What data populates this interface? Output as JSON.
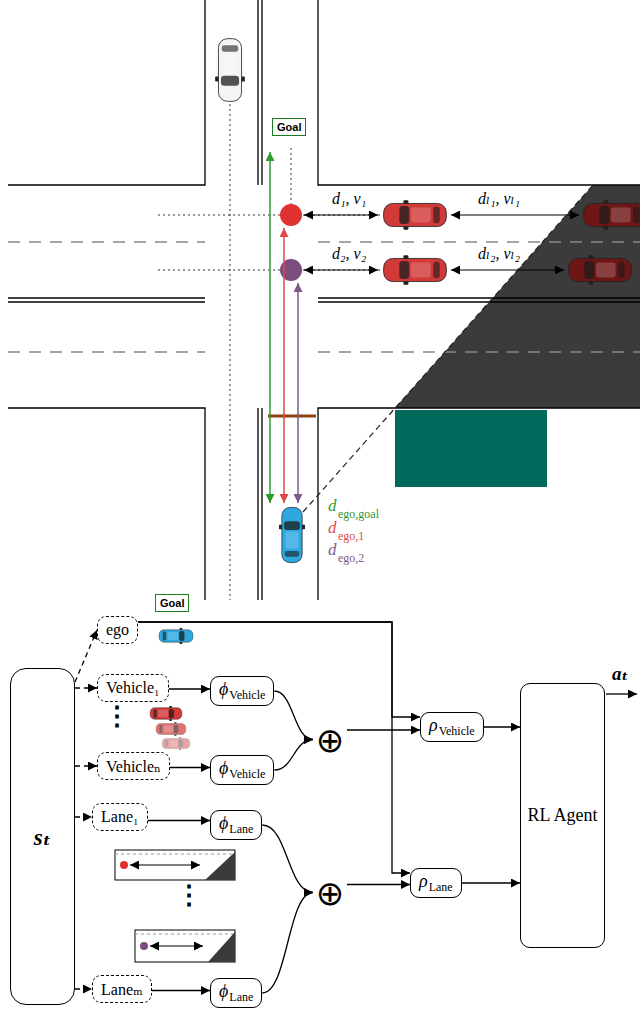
{
  "diagram": {
    "nodes": [
      {
        "text": [
          "Goal"
        ]
      },
      {
        "text": [
          "sₜ"
        ]
      },
      {
        "text": [
          "ego"
        ]
      },
      {
        "text": [
          "Goal"
        ]
      },
      {
        "text": [
          "Vehicle₁"
        ]
      },
      {
        "text": [
          "ϕ",
          "Vehicle"
        ]
      },
      {
        "text": [
          "⊕"
        ]
      },
      {
        "text": [
          "ρ",
          "Vehicle"
        ]
      },
      {
        "text": [
          "RL Agent"
        ]
      },
      {
        "text": [
          "Vehicleₙ"
        ]
      },
      {
        "text": [
          "ϕ",
          "Vehicle"
        ]
      },
      {
        "text": [
          "Lane₁"
        ]
      },
      {
        "text": [
          "ϕ",
          "Lane"
        ]
      },
      {
        "text": [
          "⊕"
        ]
      },
      {
        "text": [
          "ρ",
          "Lane"
        ]
      },
      {
        "text": [
          "Laneₘ"
        ]
      },
      {
        "text": [
          "ϕ",
          "Lane"
        ]
      }
    ],
    "edges": [
      {
        "from": 1,
        "to": 2,
        "arrow": "to"
      },
      {
        "from": 1,
        "to": 4,
        "arrow": "to"
      },
      {
        "from": 1,
        "to": 9,
        "arrow": "to"
      },
      {
        "from": 1,
        "to": 11,
        "arrow": "to"
      },
      {
        "from": 1,
        "to": 15,
        "arrow": "to"
      },
      {
        "from": 4,
        "to": 5,
        "arrow": "to"
      },
      {
        "from": 9,
        "to": 10,
        "arrow": "to"
      },
      {
        "from": 11,
        "to": 12,
        "arrow": "to"
      },
      {
        "from": 15,
        "to": 16,
        "arrow": "to"
      },
      {
        "from": 5,
        "to": 6,
        "arrow": "to"
      },
      {
        "from": 10,
        "to": 6,
        "arrow": "to"
      },
      {
        "from": 12,
        "to": 13,
        "arrow": "to"
      },
      {
        "from": 16,
        "to": 13,
        "arrow": "to"
      },
      {
        "from": 6,
        "to": 7,
        "arrow": "to"
      },
      {
        "from": 13,
        "to": 14,
        "arrow": "to"
      },
      {
        "from": 2,
        "to": 7,
        "arrow": "to"
      },
      {
        "from": 2,
        "to": 14,
        "arrow": "to"
      },
      {
        "from": 7,
        "to": 8,
        "arrow": "to"
      },
      {
        "from": 14,
        "to": 8,
        "arrow": "to"
      }
    ],
    "labels": [
      "d₁, v₁",
      "dₗ₁, vₗ₁",
      "d₂, v₂",
      "dₗ₂, vₗ₂",
      "d",
      "ego,goal",
      "d",
      "ego,1",
      "d",
      "ego,2",
      "⋮",
      "⋮",
      "aₜ"
    ]
  }
}
